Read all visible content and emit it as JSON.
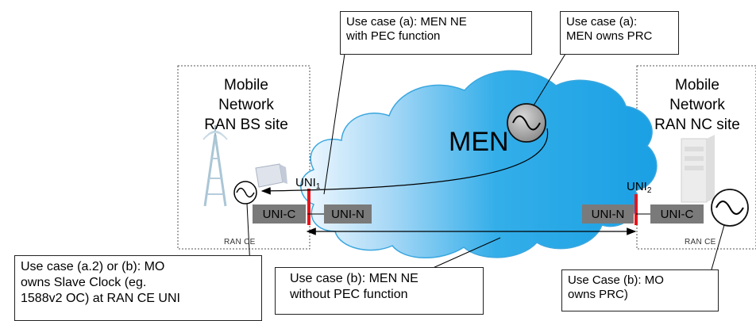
{
  "callouts": {
    "pec_ne": "Use case (a):  MEN NE\nwith PEC function",
    "men_prc": "Use case (a):\nMEN owns PRC",
    "slave_clock": "Use case (a.2) or (b): MO\nowns Slave Clock (eg.\n1588v2 OC) at RAN CE UNI",
    "no_pec_ne": "Use case (b): MEN NE\nwithout PEC function",
    "mo_prc": "Use Case (b): MO\nowns  PRC)"
  },
  "sites": {
    "bs": "Mobile\nNetwork\nRAN BS site",
    "nc": "Mobile\nNetwork\nRAN NC site"
  },
  "cloud_label": "MEN",
  "uni": {
    "left_tag": "UNI",
    "left_sub": "1",
    "right_tag": "UNI",
    "right_sub": "2",
    "uni_c_left": "UNI-C",
    "uni_n_left": "UNI-N",
    "uni_n_right": "UNI-N",
    "uni_c_right": "UNI-C"
  },
  "ce_labels": {
    "left": "RAN CE",
    "right": "RAN CE"
  },
  "colors": {
    "cloud_light": "#d6ecfa",
    "cloud_dark": "#1ea3e6",
    "uni_marker": "#e8141b",
    "box_gray": "#7a7a7a"
  }
}
